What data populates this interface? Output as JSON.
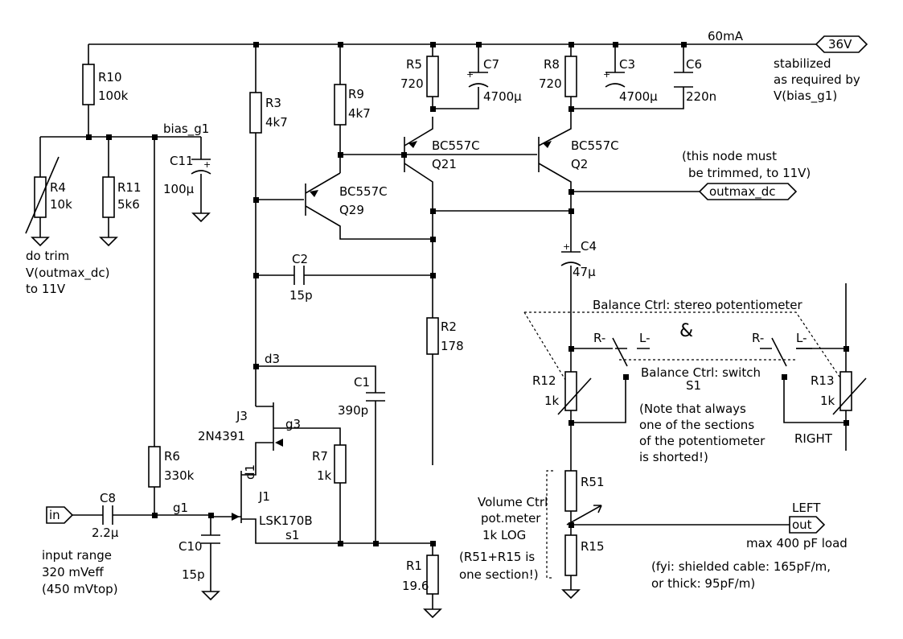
{
  "components": {
    "R10": {
      "ref": "R10",
      "value": "100k"
    },
    "R4": {
      "ref": "R4",
      "value": "10k"
    },
    "R11": {
      "ref": "R11",
      "value": "5k6"
    },
    "R3": {
      "ref": "R3",
      "value": "4k7"
    },
    "R9": {
      "ref": "R9",
      "value": "4k7"
    },
    "R5": {
      "ref": "R5",
      "value": "720"
    },
    "R8": {
      "ref": "R8",
      "value": "720"
    },
    "R2": {
      "ref": "R2",
      "value": "178"
    },
    "R6": {
      "ref": "R6",
      "value": "330k"
    },
    "R7": {
      "ref": "R7",
      "value": "1k"
    },
    "R1": {
      "ref": "R1",
      "value": "19.6"
    },
    "R12": {
      "ref": "R12",
      "value": "1k"
    },
    "R13": {
      "ref": "R13",
      "value": "1k"
    },
    "R51": {
      "ref": "R51"
    },
    "R15": {
      "ref": "R15"
    },
    "C11": {
      "ref": "C11",
      "value": "100µ"
    },
    "C7": {
      "ref": "C7",
      "value": "4700µ"
    },
    "C3": {
      "ref": "C3",
      "value": "4700µ"
    },
    "C6": {
      "ref": "C6",
      "value": "220n"
    },
    "C2": {
      "ref": "C2",
      "value": "15p"
    },
    "C1": {
      "ref": "C1",
      "value": "390p"
    },
    "C4": {
      "ref": "C4",
      "value": "47µ"
    },
    "C8": {
      "ref": "C8",
      "value": "2.2µ"
    },
    "C10": {
      "ref": "C10",
      "value": "15p"
    },
    "Q21": {
      "ref": "Q21",
      "part": "BC557C"
    },
    "Q2": {
      "ref": "Q2",
      "part": "BC557C"
    },
    "Q29": {
      "ref": "Q29",
      "part": "BC557C"
    },
    "J3": {
      "ref": "J3",
      "part": "2N4391"
    },
    "J1": {
      "ref": "J1",
      "part": "LSK170B"
    },
    "S1": {
      "ref": "S1"
    }
  },
  "nets": {
    "bias_g1": "bias_g1",
    "d3": "d3",
    "g3": "g3",
    "d1": "d1",
    "g1": "g1",
    "s1": "s1",
    "current": "60mA"
  },
  "ports": {
    "supply": "36V",
    "outmax": "outmax_dc",
    "input": "in",
    "output": "out"
  },
  "switch_labels": {
    "r": "R-",
    "l": "L-"
  },
  "notes": {
    "stabilized": [
      "stabilized",
      "as required by",
      "V(bias_g1)"
    ],
    "trim_node": [
      "(this node must",
      "be trimmed, to 11V)"
    ],
    "do_trim": [
      "do trim",
      "V(outmax_dc)",
      "to 11V"
    ],
    "balance_pot": "Balance Ctrl: stereo potentiometer",
    "ampersand": "&",
    "balance_switch": "Balance Ctrl: switch",
    "shorted_note": [
      "(Note that always",
      "one of the sections",
      "of the potentiometer",
      "is shorted!)"
    ],
    "right": "RIGHT",
    "left": "LEFT",
    "volume": [
      "Volume Ctrl",
      "pot.meter",
      "1k LOG"
    ],
    "section": [
      "(R51+R15 is",
      "one section!)"
    ],
    "load": "max 400 pF load",
    "cable": [
      "(fyi: shielded cable: 165pF/m,",
      "or thick: 95pF/m)"
    ],
    "input_range": [
      "input range",
      "320 mVeff",
      "(450 mVtop)"
    ]
  }
}
